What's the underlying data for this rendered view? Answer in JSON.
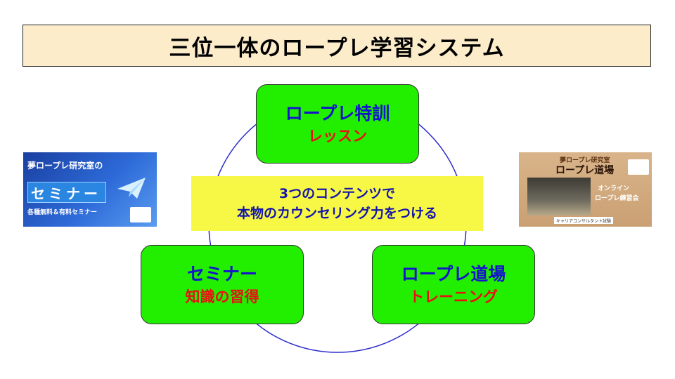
{
  "title": "三位一体のロープレ学習システム",
  "center_text": {
    "line1": "3つのコンテンツで",
    "line2": "本物のカウンセリング力をつける"
  },
  "nodes": {
    "top": {
      "title": "ロープレ特訓",
      "subtitle": "レッスン"
    },
    "left": {
      "title": "セミナー",
      "subtitle": "知識の習得"
    },
    "right": {
      "title": "ロープレ道場",
      "subtitle": "トレーニング"
    }
  },
  "seminar_card": {
    "line1": "夢ロープレ研究室の",
    "line2": "セミナー",
    "line3": "各種無料＆有料セミナー"
  },
  "dojo_card": {
    "line1": "夢ロープレ研究室",
    "line2": "ロープレ道場",
    "line3": "オンライン",
    "line4": "ロープレ練習会",
    "footer": "キャリアコンサルタント試験"
  },
  "colors": {
    "title_bg": "#fcecca",
    "node_fill": "#22ee00",
    "node_title": "#1414cc",
    "node_subtitle": "#e81010",
    "center_fill": "#f7f846",
    "ring": "#2a2acc"
  }
}
